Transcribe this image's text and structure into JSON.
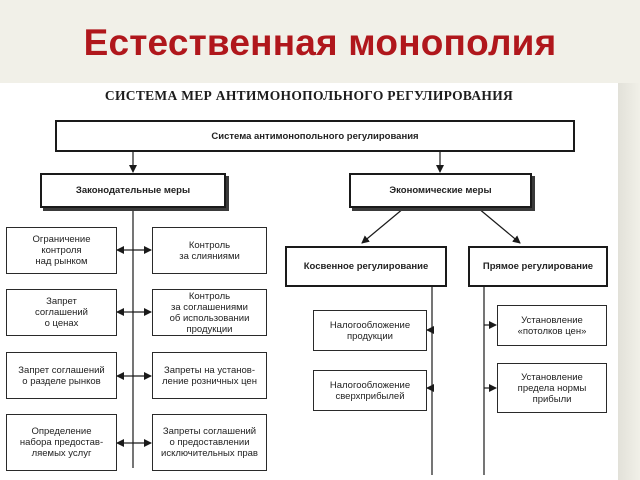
{
  "slide_title": "Естественная монополия",
  "diagram": {
    "heading": "СИСТЕМА МЕР АНТИМОНОПОЛЬНОГО РЕГУЛИРОВАНИЯ",
    "root": "Система антимонопольного регулирования",
    "legislative": {
      "title": "Законодательные меры",
      "left": [
        "Ограничение\nконтроля\nнад рынком",
        "Запрет\nсоглашений\nо ценах",
        "Запрет соглашений\nо разделе рынков",
        "Определение\nнабора предостав-\nляемых услуг"
      ],
      "right": [
        "Контроль\nза слияниями",
        "Контроль\nза соглашениями\nоб использовании\nпродукции",
        "Запреты на установ-\nление розничных цен",
        "Запреты соглашений\nо предоставлении\nисключительных прав"
      ]
    },
    "economic": {
      "title": "Экономические меры",
      "indirect": {
        "title": "Косвенное регулирование",
        "items": [
          "Налогообложение\nпродукции",
          "Налогообложение\nсверхприбылей"
        ]
      },
      "direct": {
        "title": "Прямое регулирование",
        "items": [
          "Установление\n«потолков цен»",
          "Установление\nпредела нормы\nприбыли"
        ]
      }
    }
  }
}
